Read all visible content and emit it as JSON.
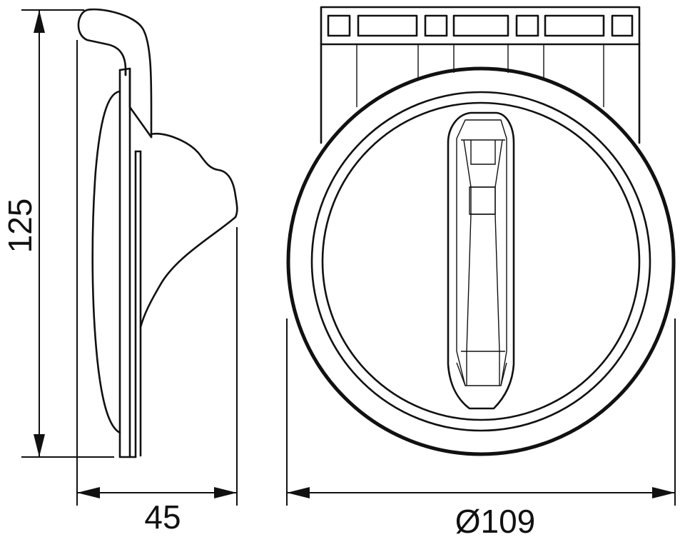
{
  "dimensions": {
    "height": "125",
    "depth": "45",
    "diameter": "Ø109"
  },
  "colors": {
    "line": "#111111",
    "background": "#ffffff"
  }
}
